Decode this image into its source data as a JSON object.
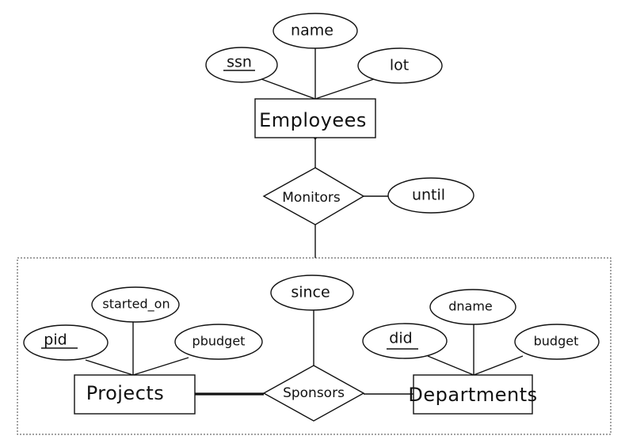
{
  "entities": {
    "employees": {
      "label": "Employees"
    },
    "projects": {
      "label": "Projects"
    },
    "departments": {
      "label": "Departments"
    }
  },
  "relationships": {
    "monitors": {
      "label": "Monitors"
    },
    "sponsors": {
      "label": "Sponsors"
    }
  },
  "attributes": {
    "ssn": {
      "label": "ssn",
      "key": true
    },
    "name": {
      "label": "name",
      "key": false
    },
    "lot": {
      "label": "lot",
      "key": false
    },
    "until": {
      "label": "until",
      "key": false
    },
    "since": {
      "label": "since",
      "key": false
    },
    "pid": {
      "label": "pid",
      "key": true
    },
    "started_on": {
      "label": "started_on",
      "key": false
    },
    "pbudget": {
      "label": "pbudget",
      "key": false
    },
    "did": {
      "label": "did",
      "key": true
    },
    "dname": {
      "label": "dname",
      "key": false
    },
    "budget": {
      "label": "budget",
      "key": false
    }
  },
  "links": [
    {
      "from": "ssn",
      "to": "employees"
    },
    {
      "from": "name",
      "to": "employees"
    },
    {
      "from": "lot",
      "to": "employees"
    },
    {
      "from": "employees",
      "to": "monitors"
    },
    {
      "from": "until",
      "to": "monitors"
    },
    {
      "from": "monitors",
      "to": "sponsors_aggregate"
    },
    {
      "from": "since",
      "to": "sponsors"
    },
    {
      "from": "pid",
      "to": "projects"
    },
    {
      "from": "started_on",
      "to": "projects"
    },
    {
      "from": "pbudget",
      "to": "projects"
    },
    {
      "from": "did",
      "to": "departments"
    },
    {
      "from": "dname",
      "to": "departments"
    },
    {
      "from": "budget",
      "to": "departments"
    },
    {
      "from": "projects",
      "to": "sponsors",
      "participation": "total"
    },
    {
      "from": "departments",
      "to": "sponsors",
      "participation": "partial"
    }
  ],
  "colors": {
    "stroke": "#111111",
    "background": "#ffffff",
    "aggregation_border": "#444444"
  }
}
